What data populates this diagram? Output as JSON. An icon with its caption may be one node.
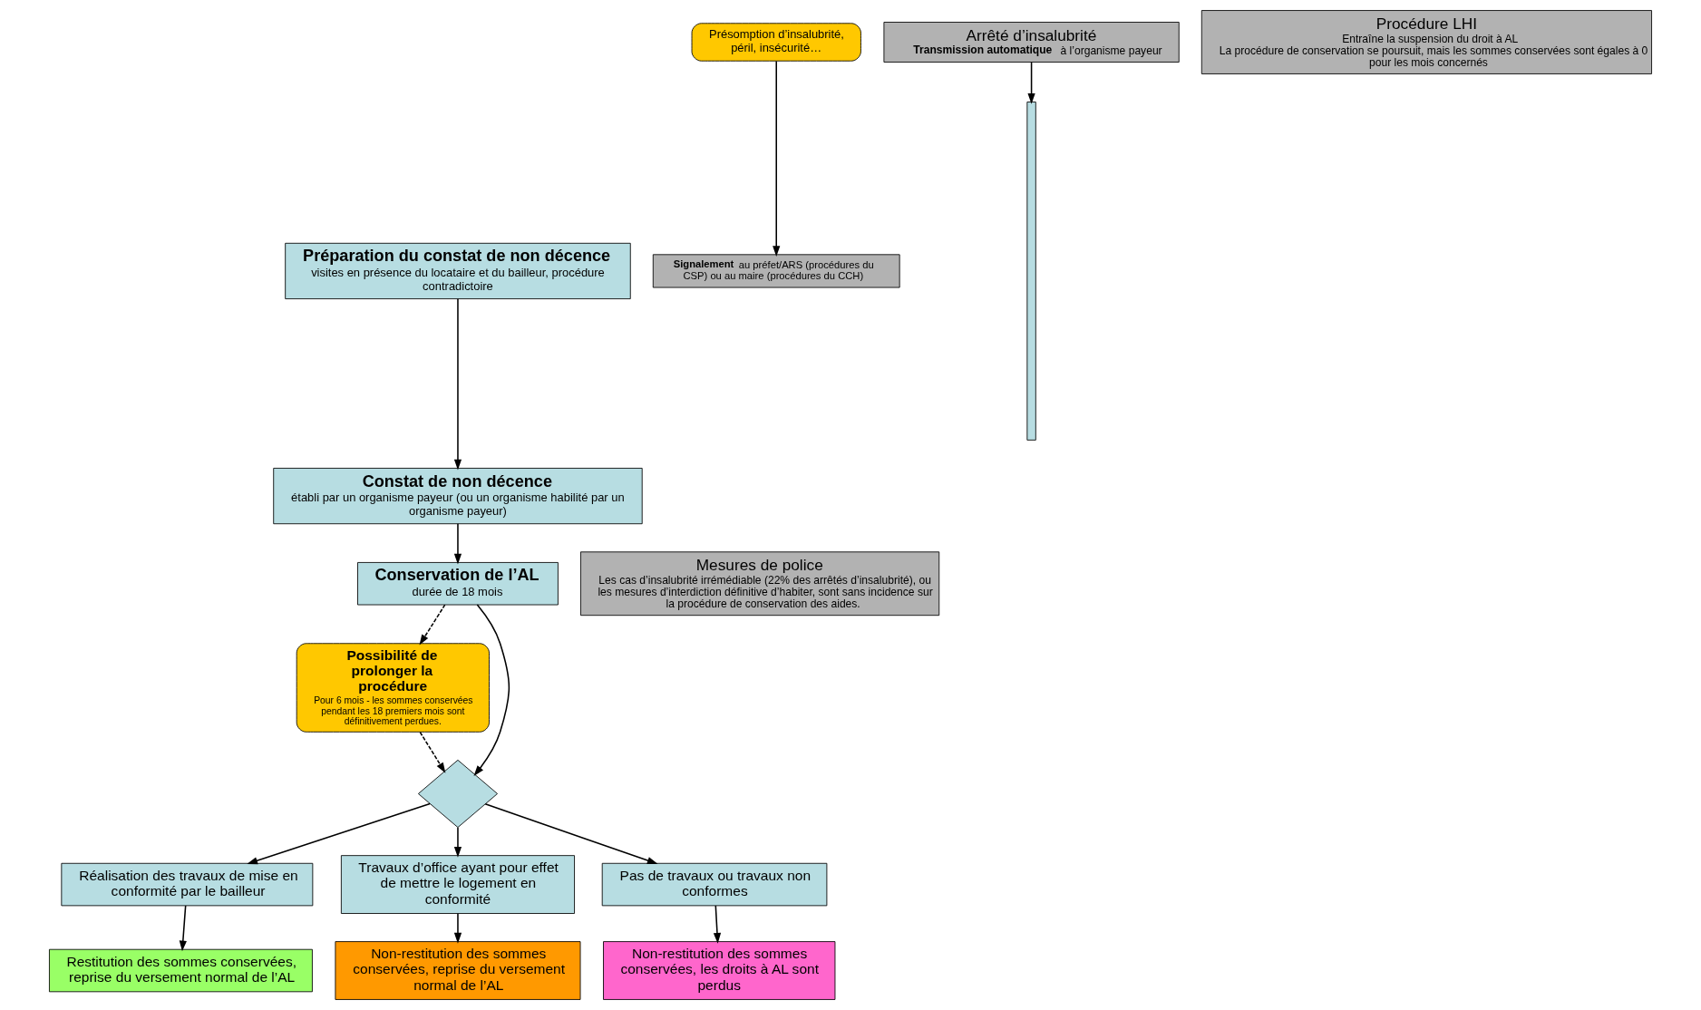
{
  "diagram": {
    "nodes": [
      {
        "text": [
          "Préparation du constat de non décence",
          "visites en présence du locataire et du bailleur, procédure contradictoire"
        ]
      },
      {
        "text": [
          "Présomption d’insalubrité, péril, insécurité…"
        ]
      },
      {
        "text": [],
        "shape": "bar"
      },
      {
        "text": [
          "**Signalement** au préfet/ARS (procédures du CSP) ou au maire (procédures du CCH)"
        ]
      },
      {
        "text": [
          "Constat de non décence",
          "établi par un organisme payeur (ou un organisme habilité par un organisme payeur)"
        ]
      },
      {
        "text": [
          "Arrêté d’insalubrité",
          "**Transmission automatique** à l’organisme payeur"
        ]
      },
      {
        "text": [
          "Procédure LHI",
          "Entraîne la suspension du droit à AL",
          "La procédure de conservation se poursuit, mais les sommes conservées sont égales à 0 pour les mois concernés"
        ]
      },
      {
        "text": [
          "Conservation de l’AL",
          "durée de 18 mois"
        ]
      },
      {
        "text": [
          "Mesures de police",
          "Les cas d’insalubrité irrémédiable (22% des arrêtés d’insalubrité), ou les mesures d’interdiction définitive d’habiter, sont sans incidence sur la procédure de conservation des aides."
        ]
      },
      {
        "text": [
          "Possibilité de prolonger la procédure",
          "Pour 6 mois - les sommes conservées pendant les 18 premiers mois sont définitivement perdues."
        ]
      },
      {
        "text": [],
        "shape": "diamond"
      },
      {
        "text": [
          "Réalisation des travaux de mise en conformité par le bailleur"
        ]
      },
      {
        "text": [
          "Travaux d’office ayant pour effet de mettre le logement en conformité"
        ]
      },
      {
        "text": [
          "Pas de travaux ou travaux non conformes"
        ]
      },
      {
        "text": [
          "Restitution des sommes conservées, reprise du versement normal de l’AL"
        ]
      },
      {
        "text": [
          "Non-restitution des sommes conservées, reprise du versement normal de l’AL"
        ]
      },
      {
        "text": [
          "Non-restitution des sommes conservées, les droits à AL sont perdus"
        ]
      }
    ],
    "edges": [
      {
        "from": 0,
        "to": 4,
        "arrow": "to"
      },
      {
        "from": 1,
        "to": 3,
        "arrow": "to"
      },
      {
        "from": 5,
        "to": 2,
        "arrow": "to"
      },
      {
        "from": 4,
        "to": 7,
        "arrow": "to"
      },
      {
        "from": 7,
        "to": 9,
        "arrow": "to",
        "style": "dashed"
      },
      {
        "from": 7,
        "to": 10,
        "arrow": "to"
      },
      {
        "from": 9,
        "to": 10,
        "arrow": "to",
        "style": "dashed"
      },
      {
        "from": 10,
        "to": 11,
        "arrow": "to"
      },
      {
        "from": 10,
        "to": 12,
        "arrow": "to"
      },
      {
        "from": 10,
        "to": 13,
        "arrow": "to"
      },
      {
        "from": 11,
        "to": 14,
        "arrow": "to"
      },
      {
        "from": 12,
        "to": 15,
        "arrow": "to"
      },
      {
        "from": 13,
        "to": 16,
        "arrow": "to"
      }
    ]
  }
}
